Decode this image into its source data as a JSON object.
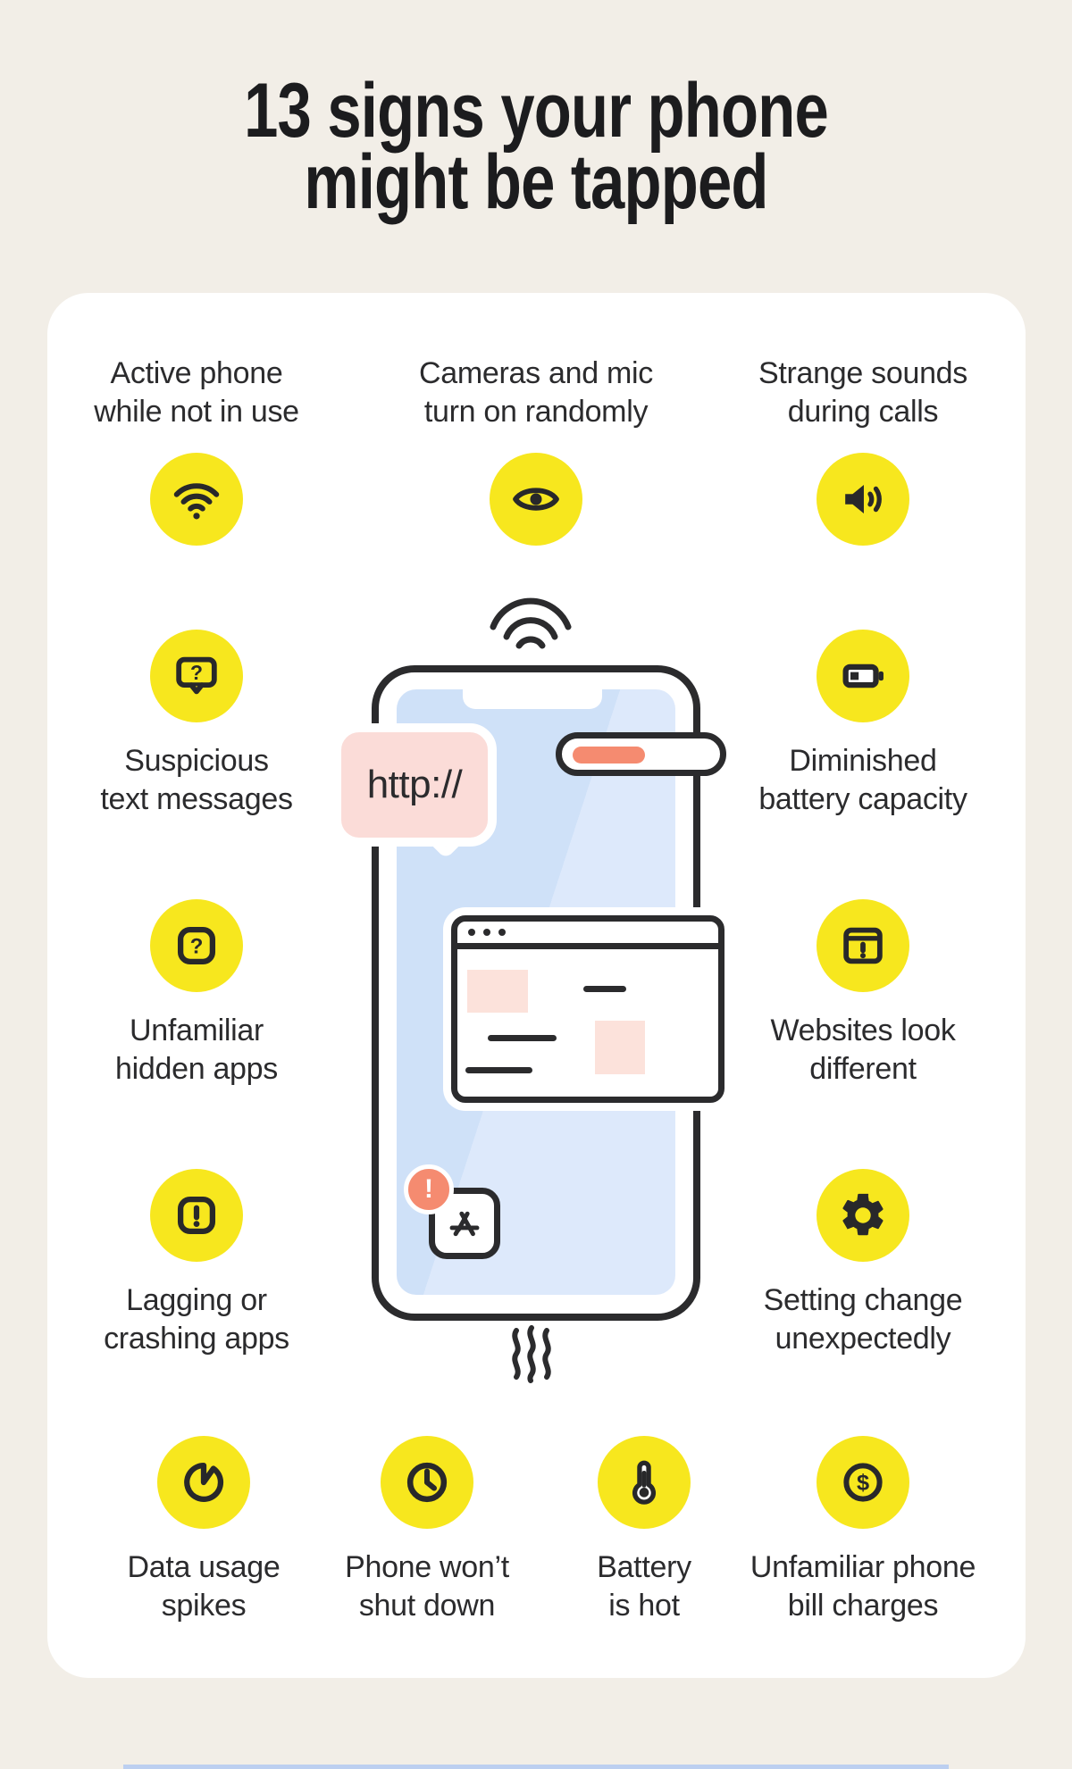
{
  "title": {
    "line1": "13 signs your phone",
    "line2": "might be tapped"
  },
  "colors": {
    "background": "#F2EEE7",
    "card": "#FFFFFF",
    "accent_yellow": "#F7E71E",
    "ink": "#28282A",
    "salmon": "#F58B70",
    "bubble_pink": "#FBDCD8",
    "screen_blue": "#CFE1F8",
    "bottom_bar_blue": "#BCCFF0"
  },
  "signs": [
    {
      "line1": "Active phone",
      "line2": "while not in use",
      "icon": "wifi-icon"
    },
    {
      "line1": "Cameras and mic",
      "line2": "turn on randomly",
      "icon": "eye-icon"
    },
    {
      "line1": "Strange sounds",
      "line2": "during calls",
      "icon": "speaker-icon"
    },
    {
      "line1": "Suspicious",
      "line2": "text messages",
      "icon": "message-question-icon"
    },
    {
      "line1": "Diminished",
      "line2": "battery capacity",
      "icon": "battery-icon"
    },
    {
      "line1": "Unfamiliar",
      "line2": "hidden apps",
      "icon": "hidden-app-question-icon"
    },
    {
      "line1": "Websites look",
      "line2": "different",
      "icon": "browser-alert-icon"
    },
    {
      "line1": "Lagging or",
      "line2": "crashing apps",
      "icon": "alert-square-icon"
    },
    {
      "line1": "Setting change",
      "line2": "unexpectedly",
      "icon": "gear-icon"
    },
    {
      "line1": "Data usage",
      "line2": "spikes",
      "icon": "pie-chart-icon"
    },
    {
      "line1": "Phone won’t",
      "line2": "shut down",
      "icon": "clock-icon"
    },
    {
      "line1": "Battery",
      "line2": "is hot",
      "icon": "thermometer-icon"
    },
    {
      "line1": "Unfamiliar phone",
      "line2": "bill charges",
      "icon": "dollar-icon"
    }
  ],
  "illustration": {
    "bubble_text": "http://"
  }
}
